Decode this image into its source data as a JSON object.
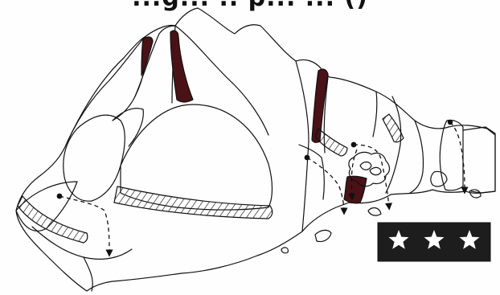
{
  "title_fragment": "...g... .. p... ... ()",
  "colors": {
    "ink": "#111111",
    "dark_region": "#4a1216",
    "hatch": "#222222",
    "scale_bar_fill": "#1d1d1d",
    "star_fill": "#ffffff"
  },
  "scale_bar": {
    "star_count": 3,
    "icon": "star-icon"
  },
  "markers": {
    "dot_count": 4,
    "dashed_arrow_count": 5
  }
}
